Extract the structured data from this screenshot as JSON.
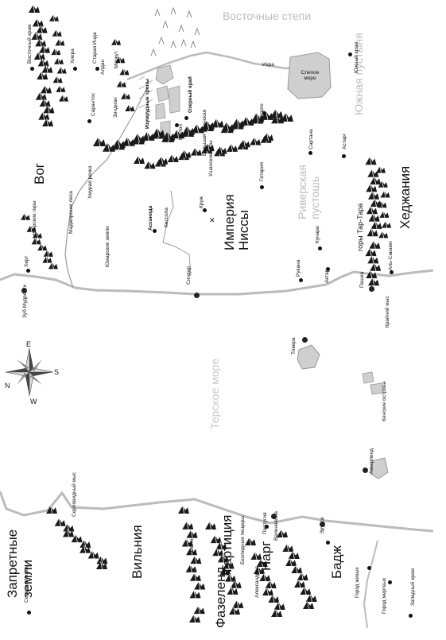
{
  "map": {
    "regions": {
      "eastern_steppes": "Восточные степи",
      "southern_desert": "Южная пустыня",
      "hedjania": "Хеджания",
      "vog": "Вог",
      "nissa_empire": "Империя Ниссы",
      "river_wasteland": "Риверская пустошь",
      "forbidden_lands": "Запретные земли",
      "vilnia": "Вильния",
      "gartitsia": "Гартиция",
      "narg": "Нарг",
      "badzh": "Бадж",
      "fazelend": "Фазеленд",
      "terskoe_sea": "Терское море"
    },
    "places": {
      "eastern_temple": "Восточный храм",
      "southern_temple": "Южный храм",
      "old_inda": "Старая Инда",
      "khiera": "Хиера",
      "markut": "Маркут",
      "aldan": "Алдан",
      "zindian": "Зиндиан",
      "sarantos": "Сарантос",
      "izra": "Изра",
      "blind_sea": "Слепое море",
      "emerald_pastures": "Изумрудные тропы",
      "lake_region": "Озерный край",
      "melon": "Мелон",
      "tafarge": "Тафарге",
      "ushan_mountains": "Ушанские горы",
      "greater_ushan": "Большая ушанская",
      "sartana": "Сартана",
      "astarg": "Астарг",
      "gataria": "Гатария",
      "hmuraya_river": "Хмурая речка",
      "northern_mountains": "Нагрские горы",
      "madzhir_forests": "Маджирские леса",
      "kruzh": "Круж",
      "assanida": "Ассанида",
      "kessola": "Кессола",
      "yumar_lands": "Юмарские земли",
      "khert": "Херт",
      "wisdom_tooth": "Зуб Мудрости",
      "sindar": "Синдар",
      "rukana": "Рукана",
      "kunara": "Кунара",
      "aktar": "Актар",
      "tar_tara_mountains": "горы Тар-Тара",
      "al_sakami": "Аль-Саками",
      "pashka": "Пашка",
      "far_cape": "Крайний мыс",
      "tivera": "Тивера",
      "kensky_islands": "Кенские острова",
      "akkerlend": "Аккерленд",
      "northern_temple": "Северный храм",
      "sickle_cape": "Серповидный мыс",
      "ostin": "Остин",
      "bezlyudnye_caves": "Безлюдные пещеры",
      "partugia": "Партугия",
      "valenvella": "Валенвелла",
      "eruss": "Эрусса",
      "alexandria": "Александрия",
      "city_living": "Город живых",
      "city_dead": "Город мертвых",
      "western_temple": "Западный храм"
    },
    "compass": {
      "n": "N",
      "e": "E",
      "s": "S",
      "w": "W"
    },
    "colors": {
      "coast": "#bbbbbb",
      "land_grey": "#cfcfcf",
      "ink": "#111111",
      "mountain": "#1a1a1a"
    }
  }
}
